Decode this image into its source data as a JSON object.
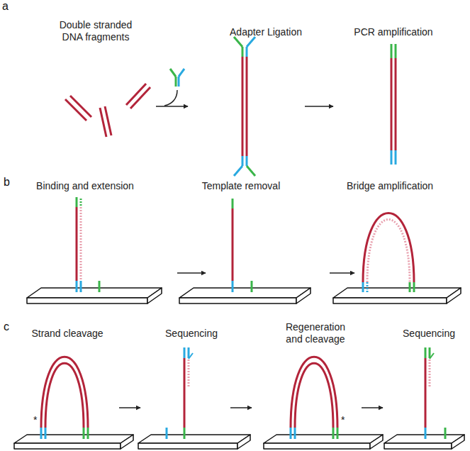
{
  "diagram": {
    "nodes": [
      {
        "text": [
          "Double stranded DNA fragments"
        ]
      },
      {
        "text": [
          "Adapter Ligation"
        ]
      },
      {
        "text": [
          "PCR amplification"
        ]
      },
      {
        "text": [
          "Binding and extension"
        ]
      },
      {
        "text": [
          "Template removal"
        ]
      },
      {
        "text": [
          "Bridge amplification"
        ]
      },
      {
        "text": [
          "Strand cleavage"
        ]
      },
      {
        "text": [
          "Sequencing"
        ]
      },
      {
        "text": [
          "Regeneration and cleavage"
        ]
      },
      {
        "text": [
          "Sequencing"
        ]
      }
    ],
    "edges": [
      {
        "from": 0,
        "to": 1,
        "arrow": "to"
      },
      {
        "from": 1,
        "to": 2,
        "arrow": "to"
      },
      {
        "from": 3,
        "to": 4,
        "arrow": "to"
      },
      {
        "from": 4,
        "to": 5,
        "arrow": "to"
      },
      {
        "from": 6,
        "to": 7,
        "arrow": "to"
      },
      {
        "from": 7,
        "to": 8,
        "arrow": "to"
      },
      {
        "from": 8,
        "to": 9,
        "arrow": "to"
      }
    ],
    "labels": [
      "a",
      "b",
      "c",
      "*",
      "*"
    ]
  }
}
